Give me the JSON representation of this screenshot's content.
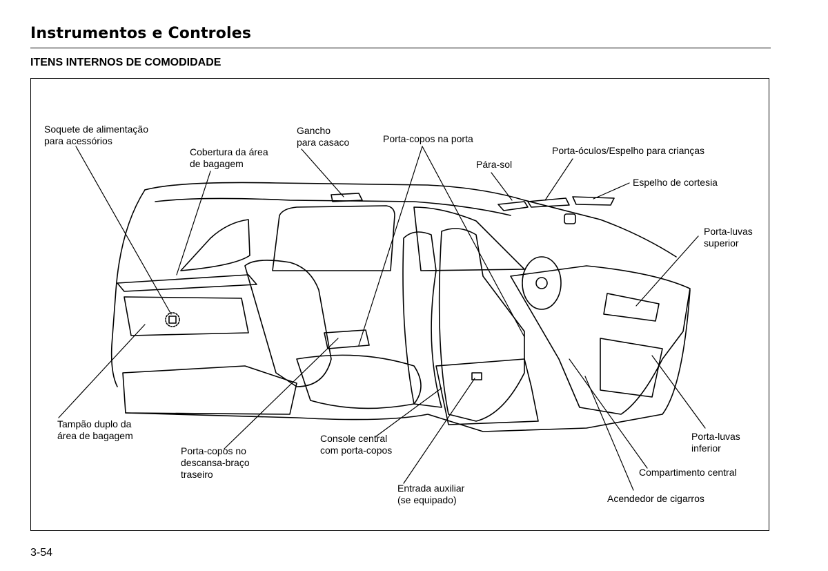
{
  "header": {
    "chapter_title": "Instrumentos e Controles",
    "section_title": "ITENS INTERNOS DE COMODIDADE"
  },
  "figure": {
    "callouts": {
      "accessory_socket": "Soquete de alimentação\npara acessórios",
      "cargo_cover": "Cobertura da área\nde bagagem",
      "coat_hook": "Gancho\npara casaco",
      "door_cup_holders": "Porta-copos na porta",
      "sun_visor": "Pára-sol",
      "sunglasses_holder": "Porta-óculos/Espelho para crianças",
      "vanity_mirror": "Espelho de cortesia",
      "upper_glove_box": "Porta-luvas\nsuperior",
      "cargo_floor_lid": "Tampão duplo da\nárea de bagagem",
      "rear_armrest_cup_holders": "Porta-copos no\ndescansa-braço\ntraseiro",
      "center_console": "Console central\ncom porta-copos",
      "aux_input": "Entrada auxiliar\n(se equipado)",
      "lower_glove_box": "Porta-luvas\ninferior",
      "center_pocket": "Compartimento central",
      "cigarette_lighter": "Acendedor de cigarros"
    }
  },
  "footer": {
    "page_number": "3-54"
  }
}
